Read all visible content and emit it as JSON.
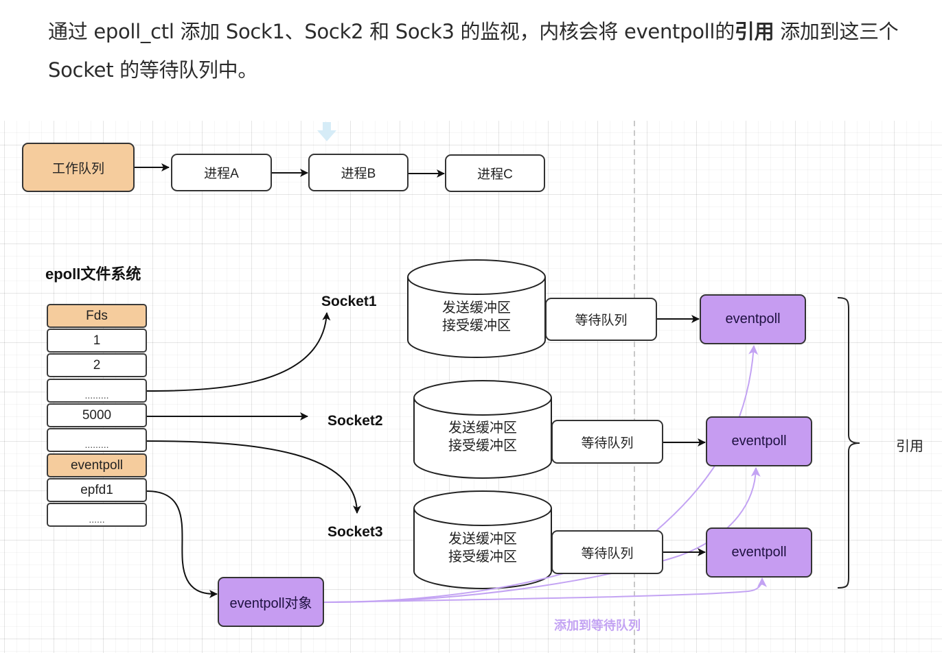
{
  "paragraph": {
    "part1": "通过 epoll_ctl 添加 Sock1、Sock2 和 Sock3 的监视，内核会将 eventpoll的",
    "bold": "引用",
    "part2": " 添加到这三个 Socket 的等待队列中。"
  },
  "diagram": {
    "work_queue": {
      "label": "工作队列",
      "processes": [
        "进程A",
        "进程B",
        "进程C"
      ]
    },
    "epoll_fs": {
      "title": "epoll文件系统",
      "fds_header": "Fds",
      "fds": [
        "1",
        "2",
        ".........",
        "5000",
        ".........",
        "eventpoll",
        "epfd1",
        "......"
      ]
    },
    "sockets": [
      {
        "name": "Socket1",
        "buffer_send": "发送缓冲区",
        "buffer_recv": "接受缓冲区",
        "wait_queue": "等待队列",
        "eventpoll": "eventpoll"
      },
      {
        "name": "Socket2",
        "buffer_send": "发送缓冲区",
        "buffer_recv": "接受缓冲区",
        "wait_queue": "等待队列",
        "eventpoll": "eventpoll"
      },
      {
        "name": "Socket3",
        "buffer_send": "发送缓冲区",
        "buffer_recv": "接受缓冲区",
        "wait_queue": "等待队列",
        "eventpoll": "eventpoll"
      }
    ],
    "eventpoll_object": "eventpoll对象",
    "reference_label": "引用",
    "add_to_queue_label": "添加到等待队列",
    "colors": {
      "orange": "#f5cc9d",
      "purple": "#c69cf1",
      "purple_line": "#c3a3f3",
      "stroke": "#333333"
    }
  }
}
